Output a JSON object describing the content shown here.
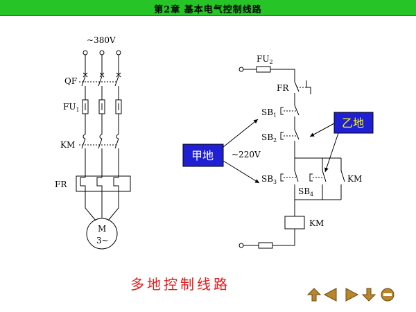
{
  "header": {
    "title": "第2章    基本电气控制线路"
  },
  "main_circuit": {
    "supply": "~380V",
    "qf": "QF",
    "fu": "FU",
    "fu_sub": "1",
    "km": "KM",
    "fr": "FR",
    "motor": "M",
    "motor_phase": "3~"
  },
  "control_circuit": {
    "fu": "FU",
    "fu_sub": "2",
    "fr": "FR",
    "sb1": "SB",
    "sb1_sub": "1",
    "sb2": "SB",
    "sb2_sub": "2",
    "sb3": "SB",
    "sb3_sub": "3",
    "sb4": "SB",
    "sb4_sub": "4",
    "km_contact": "KM",
    "km_coil": "KM",
    "voltage": "~220V"
  },
  "callouts": {
    "location_a": "甲地",
    "location_b": "乙地"
  },
  "caption": "多地控制线路",
  "colors": {
    "header_bg": "#26c426",
    "callout_bg": "#1f1fd6",
    "location_a_text": "#ffffff",
    "location_b_text": "#ffff00",
    "caption": "#e81818",
    "nav": "#b8862b"
  },
  "nav_icons": [
    "arrow-up-icon",
    "arrow-left-icon",
    "arrow-right-icon",
    "arrow-down-icon",
    "exit-icon"
  ]
}
